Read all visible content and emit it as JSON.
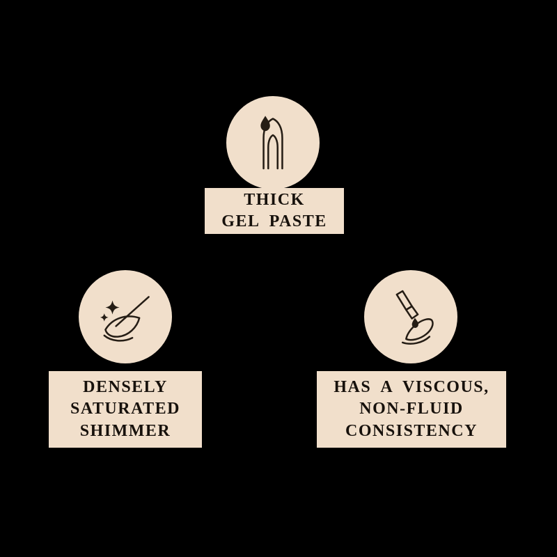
{
  "palette": {
    "background": "#000000",
    "circle_fill": "#f1dfcb",
    "label_fill": "#f1dfcb",
    "icon_stroke": "#251d15",
    "text_color": "#17110c"
  },
  "features": [
    {
      "id": "thick-gel-paste",
      "icon": "nail-with-drop-icon",
      "label_lines": [
        "THICK",
        "GEL PASTE"
      ]
    },
    {
      "id": "densely-saturated-shimmer",
      "icon": "shimmer-nail-icon",
      "label_lines": [
        "DENSELY",
        "SATURATED",
        "SHIMMER"
      ]
    },
    {
      "id": "viscous-consistency",
      "icon": "spatula-on-nail-icon",
      "label_lines": [
        "HAS A VISCOUS,",
        "NON-FLUID",
        "CONSISTENCY"
      ]
    }
  ]
}
